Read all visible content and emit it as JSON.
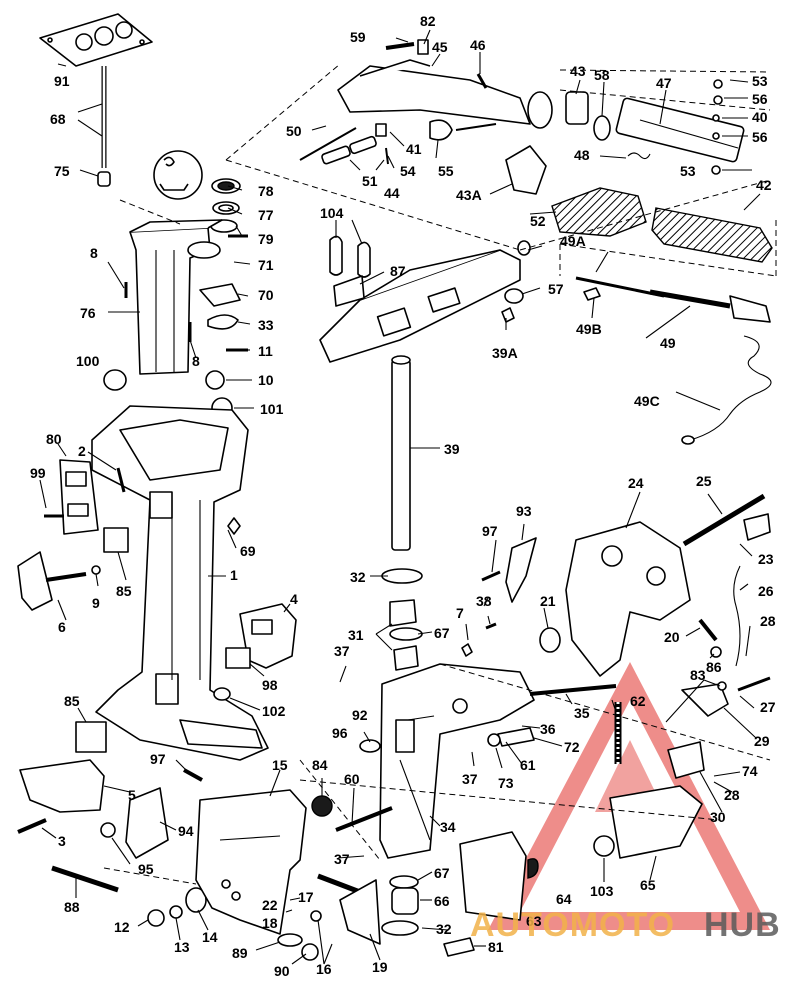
{
  "logo": {
    "part1": "AUTOMOTO",
    "part2": "HUB"
  },
  "callouts": {
    "c1": "1",
    "c2": "2",
    "c3": "3",
    "c4": "4",
    "c5": "5",
    "c6": "6",
    "c7": "7",
    "c8a": "8",
    "c8b": "8",
    "c9": "9",
    "c10": "10",
    "c11": "11",
    "c12": "12",
    "c13": "13",
    "c14": "14",
    "c15": "15",
    "c16": "16",
    "c17": "17",
    "c18": "18",
    "c19": "19",
    "c20": "20",
    "c21": "21",
    "c22": "22",
    "c23": "23",
    "c24": "24",
    "c25": "25",
    "c26": "26",
    "c27": "27",
    "c28a": "28",
    "c28b": "28",
    "c29": "29",
    "c30": "30",
    "c31": "31",
    "c32a": "32",
    "c32b": "32",
    "c33": "33",
    "c34": "34",
    "c35": "35",
    "c36": "36",
    "c37a": "37",
    "c37b": "37",
    "c37c": "37",
    "c38": "38",
    "c39": "39",
    "c39A": "39A",
    "c40": "40",
    "c41": "41",
    "c42": "42",
    "c43": "43",
    "c43A": "43A",
    "c44": "44",
    "c45": "45",
    "c46": "46",
    "c47": "47",
    "c48": "48",
    "c49": "49",
    "c49A": "49A",
    "c49B": "49B",
    "c49C": "49C",
    "c50": "50",
    "c51": "51",
    "c52": "52",
    "c53a": "53",
    "c53b": "53",
    "c54": "54",
    "c55": "55",
    "c56a": "56",
    "c56b": "56",
    "c57": "57",
    "c58": "58",
    "c59": "59",
    "c60": "60",
    "c61": "61",
    "c62": "62",
    "c63": "63",
    "c64": "64",
    "c65": "65",
    "c66": "66",
    "c67a": "67",
    "c67b": "67",
    "c68": "68",
    "c69": "69",
    "c70": "70",
    "c71": "71",
    "c72": "72",
    "c73": "73",
    "c74": "74",
    "c75": "75",
    "c76": "76",
    "c77": "77",
    "c78": "78",
    "c79": "79",
    "c80": "80",
    "c81": "81",
    "c82": "82",
    "c83": "83",
    "c84": "84",
    "c85a": "85",
    "c85b": "85",
    "c86": "86",
    "c87": "87",
    "c88": "88",
    "c89": "89",
    "c90": "90",
    "c91": "91",
    "c92": "92",
    "c93": "93",
    "c94": "94",
    "c95": "95",
    "c96": "96",
    "c97a": "97",
    "c97b": "97",
    "c98": "98",
    "c99": "99",
    "c100": "100",
    "c101": "101",
    "c102": "102",
    "c103": "103",
    "c104": "104"
  }
}
